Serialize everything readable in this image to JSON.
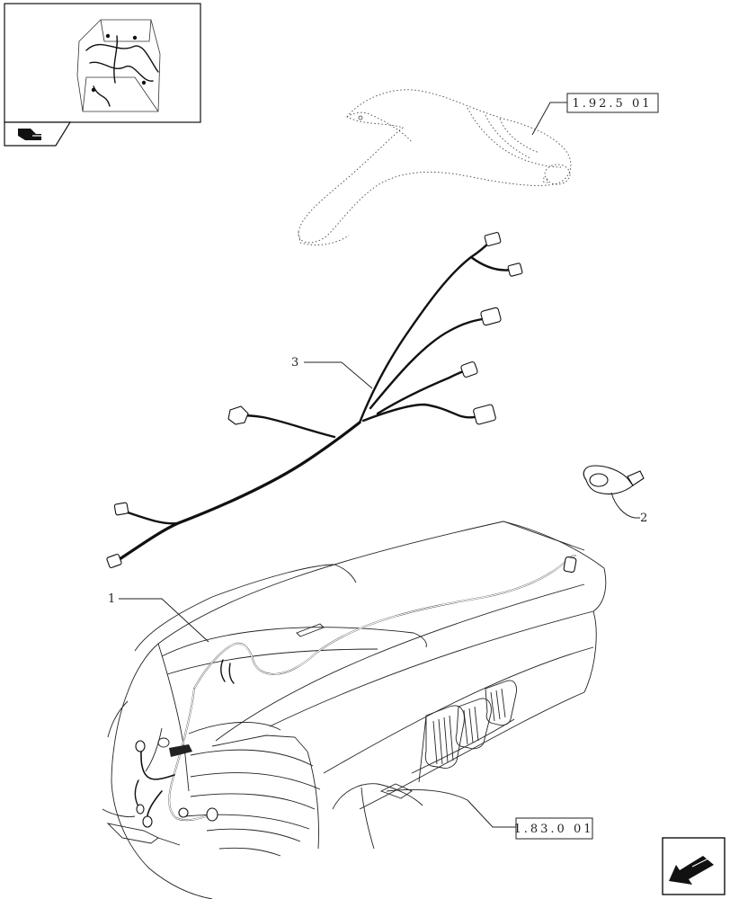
{
  "callouts": {
    "item_1": "1",
    "item_2": "2",
    "item_3": "3"
  },
  "references": {
    "roof_cover": "1.92.5 01",
    "bonnet": "1.83.0 01"
  },
  "icons": {
    "nav_back": "arrow-book-icon",
    "nav_next": "arrow-right-down-icon"
  }
}
